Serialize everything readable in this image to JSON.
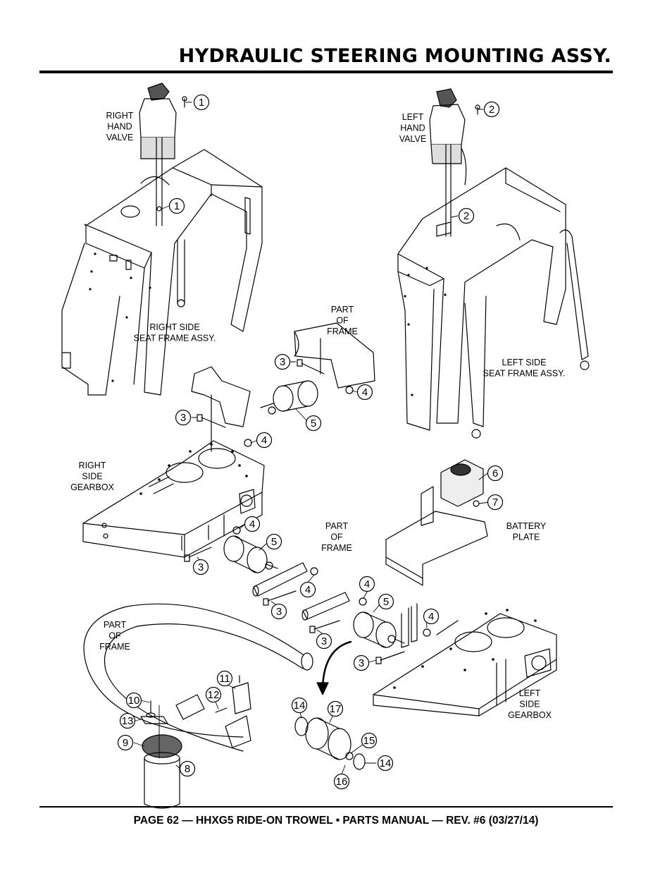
{
  "page": {
    "title": "HYDRAULIC STEERING MOUNTING ASSY.",
    "footer": "PAGE 62 — HHXG5 RIDE-ON TROWEL • PARTS MANUAL — REV. #6 (03/27/14)"
  },
  "labels": [
    {
      "id": "right-hand-valve",
      "lines": [
        "RIGHT",
        "HAND",
        "VALVE"
      ]
    },
    {
      "id": "left-hand-valve",
      "lines": [
        "LEFT",
        "HAND",
        "VALVE"
      ]
    },
    {
      "id": "right-side-seat-frame",
      "lines": [
        "RIGHT SIDE",
        "SEAT FRAME ASSY."
      ]
    },
    {
      "id": "left-side-seat-frame",
      "lines": [
        "LEFT SIDE",
        "SEAT FRAME ASSY."
      ]
    },
    {
      "id": "part-of-frame-1",
      "lines": [
        "PART",
        "OF",
        "FRAME"
      ]
    },
    {
      "id": "part-of-frame-2",
      "lines": [
        "PART",
        "OF",
        "FRAME"
      ]
    },
    {
      "id": "part-of-frame-3",
      "lines": [
        "PART",
        "OF",
        "FRAME"
      ]
    },
    {
      "id": "right-side-gearbox",
      "lines": [
        "RIGHT",
        "SIDE",
        "GEARBOX"
      ]
    },
    {
      "id": "left-side-gearbox",
      "lines": [
        "LEFT",
        "SIDE",
        "GEARBOX"
      ]
    },
    {
      "id": "battery-plate",
      "lines": [
        "BATTERY",
        "PLATE"
      ]
    }
  ],
  "callouts": [
    "1",
    "2",
    "1",
    "2",
    "3",
    "4",
    "5",
    "3",
    "4",
    "6",
    "7",
    "4",
    "5",
    "3",
    "4",
    "3",
    "4",
    "5",
    "3",
    "4",
    "3",
    "11",
    "10",
    "12",
    "13",
    "9",
    "8",
    "14",
    "17",
    "15",
    "14",
    "16"
  ]
}
